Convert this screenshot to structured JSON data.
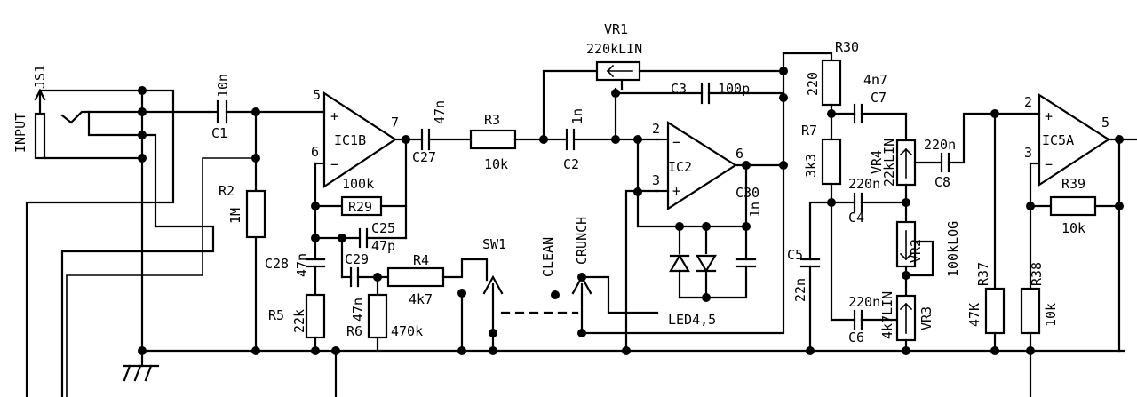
{
  "labels": {
    "input": "INPUT",
    "js1": "JS1",
    "c1": "C1",
    "c1_val": "10n",
    "r2": "R2",
    "r2_val": "1M",
    "ic1b": "IC1B",
    "pin5": "5",
    "pin6": "6",
    "pin7": "7",
    "r29_val": "100k",
    "r29": "R29",
    "c25": "C25",
    "c25_val": "47p",
    "c28": "C28",
    "c28_val": "47n",
    "c29": "C29",
    "c29_val": "47n",
    "r4": "R4",
    "r4_val": "4k7",
    "r5": "R5",
    "r5_val": "22k",
    "r6": "R6",
    "r6_val": "470k",
    "c27": "C27",
    "c27_val": "47n",
    "r3": "R3",
    "r3_val": "10k",
    "c2": "C2",
    "c2_val": "1n",
    "sw1": "SW1",
    "clean": "CLEAN",
    "crunch": "CRUNCH",
    "vr1": "VR1",
    "vr1_val": "220kLIN",
    "c3": "C3",
    "c3_val": "100p",
    "ic2": "IC2",
    "ic2_pin2": "2",
    "ic2_pin3": "3",
    "ic2_pin6": "6",
    "c30": "C30",
    "c30_val": "1n",
    "led": "LED4,5",
    "r30": "R30",
    "r30_val": "220",
    "r7": "R7",
    "r7_val": "3k3",
    "c5": "C5",
    "c5_val": "22n",
    "c7": "C7",
    "c7_val": "4n7",
    "vr4": "VR4",
    "vr4_val": "22kLIN",
    "c4": "C4",
    "c4_val": "220n",
    "vr2": "VR2",
    "vr2_val": "100kLOG",
    "c6": "C6",
    "c6_val": "220n",
    "vr3": "VR3",
    "vr3_val": "4k7LIN",
    "c8": "C8",
    "c8_val": "220n",
    "r37": "R37",
    "r37_val": "47K",
    "ic5a": "IC5A",
    "ic5_pin2": "2",
    "ic5_pin3": "3",
    "ic5_pin5": "5",
    "r39": "R39",
    "r39_val": "10k",
    "r38": "R38",
    "r38_val": "10k",
    "plus": "+",
    "minus": "−"
  }
}
